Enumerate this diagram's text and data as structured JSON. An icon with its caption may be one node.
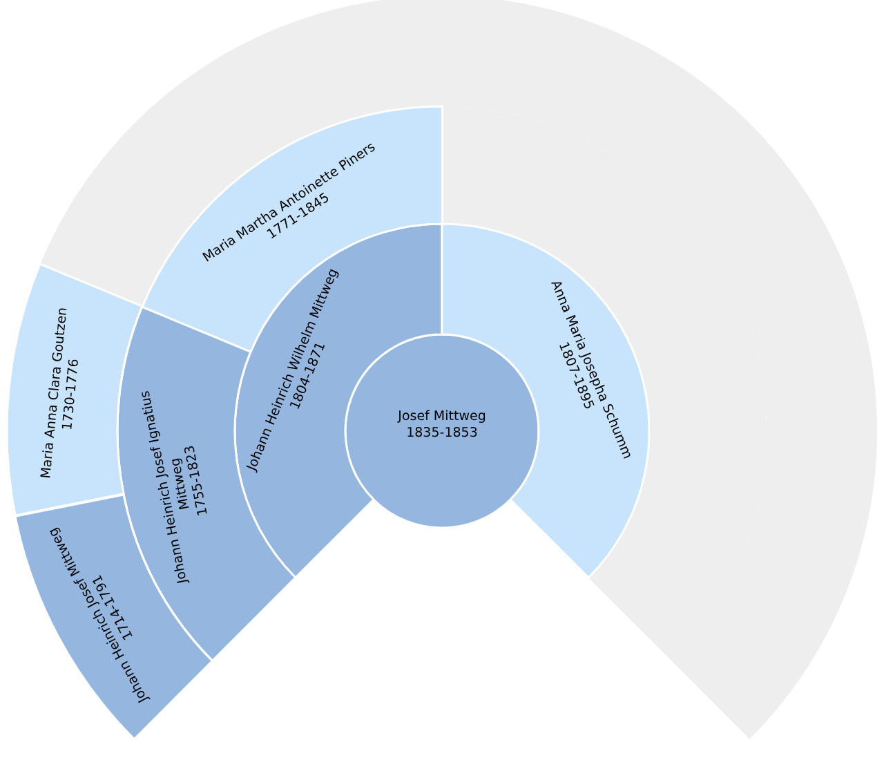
{
  "diagram": {
    "nodes": [
      {
        "text": [
          "Josef Mittweg",
          "1835-1853"
        ]
      },
      {
        "text": [
          "Johann Heinrich Wilhelm Mittweg",
          "1804-1871"
        ]
      },
      {
        "text": [
          "Anna Maria Josepha Schumm",
          "1807-1895"
        ]
      },
      {
        "text": [
          "Johann Heinrich Josef Ignatius Mittweg",
          "1755-1823"
        ]
      },
      {
        "text": [
          "Maria Martha Antoinette Piners",
          "1771-1845"
        ]
      },
      {
        "text": [
          "Johann Heinrich Josef Mittweg",
          "1714-1791"
        ]
      },
      {
        "text": [
          "Maria Anna Clara Goutzen",
          "1730-1776"
        ]
      }
    ]
  }
}
